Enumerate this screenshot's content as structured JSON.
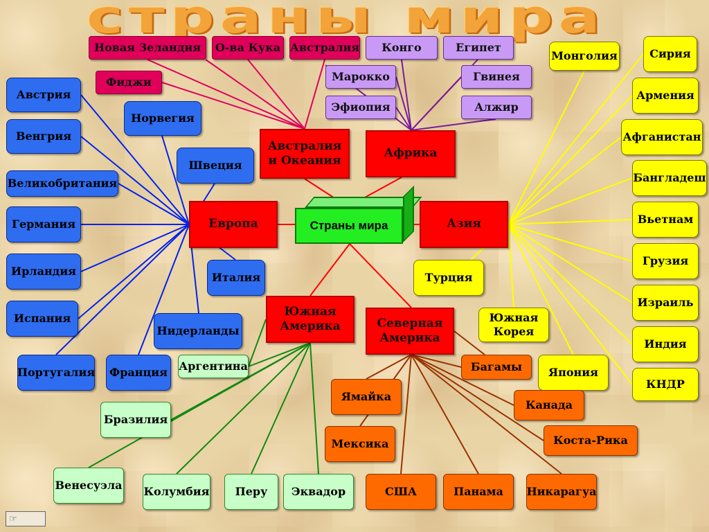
{
  "title": "страны мира",
  "center": "Страны мира",
  "regions": {
    "europe": "Европа",
    "asia": "Азия",
    "oceania": "Австралия и Океания",
    "africa": "Африка",
    "south_america": "Южная Америка",
    "north_america": "Северная Америка"
  },
  "countries": {
    "oceania": [
      "Новая Зеландия",
      "О-ва Кука",
      "Австралия",
      "Фиджи"
    ],
    "africa": [
      "Конго",
      "Египет",
      "Марокко",
      "Гвинея",
      "Эфиопия",
      "Алжир"
    ],
    "europe": [
      "Австрия",
      "Венгрия",
      "Великобритания",
      "Германия",
      "Ирландия",
      "Испания",
      "Португалия",
      "Франция",
      "Нидерланды",
      "Италия",
      "Швеция",
      "Норвегия"
    ],
    "asia": [
      "Монголия",
      "Сирия",
      "Армения",
      "Афганистан",
      "Бангладеш",
      "Вьетнам",
      "Грузия",
      "Израиль",
      "Индия",
      "КНДР",
      "Япония",
      "Южная Корея",
      "Турция"
    ],
    "south_america": [
      "Аргентина",
      "Бразилия",
      "Венесуэла",
      "Колумбия",
      "Перу",
      "Эквадор"
    ],
    "north_america": [
      "Багамы",
      "Ямайка",
      "Канада",
      "Мексика",
      "Коста-Рика",
      "США",
      "Панама",
      "Никарагуа"
    ]
  },
  "colors": {
    "europe": "#0022ee",
    "asia": "#ffff00",
    "oceania": "#e0005a",
    "africa": "#7a1a9a",
    "south_america": "#118a11",
    "north_america": "#993300",
    "center_links": "#ff0000"
  },
  "nav_icon": "hand-pointer-icon"
}
